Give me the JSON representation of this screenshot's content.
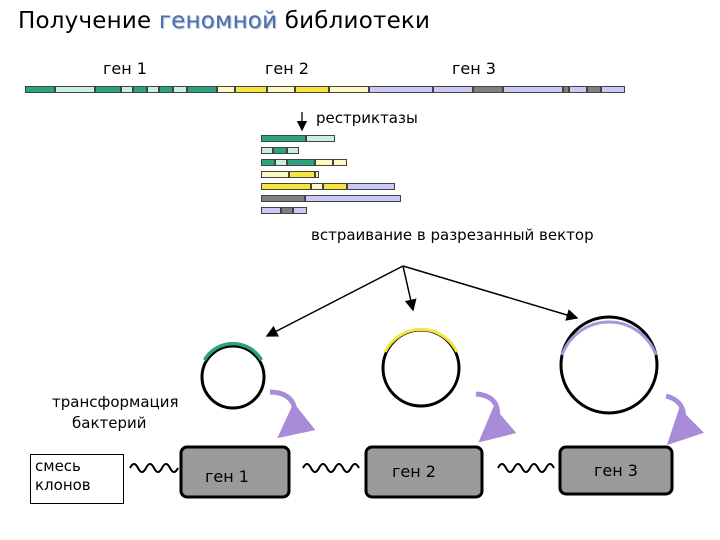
{
  "title": {
    "prefix": "Получение ",
    "highlight": "геномной",
    "suffix": " библиотеки"
  },
  "genes": {
    "gene1": "ген 1",
    "gene2": "ген 2",
    "gene3": "ген 3"
  },
  "labels": {
    "restriction": "рестриктазы",
    "insertion": "встраивание в разрезанный вектор",
    "transformation_line1": "трансформация",
    "transformation_line2": "бактерий",
    "mixture_line1": "смесь",
    "mixture_line2": "клонов"
  },
  "clones": [
    {
      "label": "ген 1"
    },
    {
      "label": "ген 2"
    },
    {
      "label": "ген 3"
    }
  ],
  "colors": {
    "dark_green": "#2aa37f",
    "light_green": "#c8f0dc",
    "yellow": "#f4e63c",
    "pale_yellow": "#fcf8c0",
    "gray": "#808080",
    "lavender": "#c8c8f4",
    "arrow_purple": "#a88cd8",
    "clone_box": "#9a9a9a"
  }
}
